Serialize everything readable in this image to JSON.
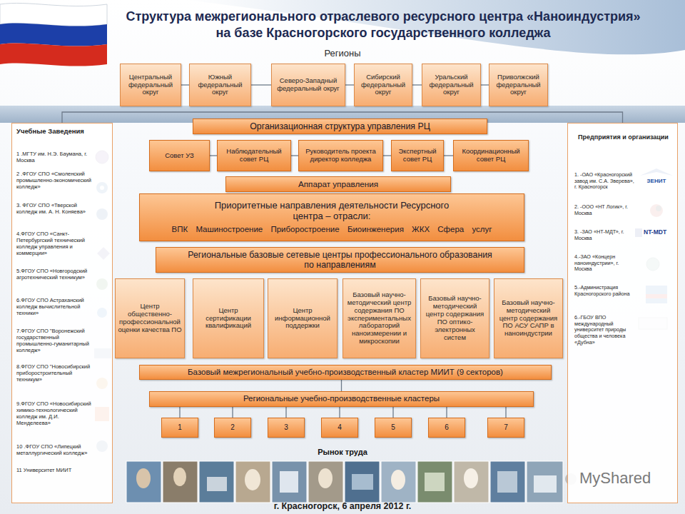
{
  "diagram": {
    "title": "Структура межрегионального отраслевого ресурсного центра «Наноиндустрия» на базе Красногорского государственного колледжа",
    "nodes": [
      {
        "text": [
          "Центральный федеральный округ"
        ]
      },
      {
        "text": [
          "Южный федеральный округ"
        ]
      },
      {
        "text": [
          "Северо-Западный федеральный округ"
        ]
      },
      {
        "text": [
          "Сибирский федеральный округ"
        ]
      },
      {
        "text": [
          "Уральский федеральный округ"
        ]
      },
      {
        "text": [
          "Приволжский федеральный округ"
        ]
      },
      {
        "text": [
          "Учебные Заведения",
          "1 .МГТУ им. Н.Э. Баумана, г. Москва",
          "2 .ФГОУ СПО «Смоленский промышленно-экономический колледж»",
          "3. ФГОУ СПО «Тверской колледж им. А. Н. Коняева»",
          "4.ФГОУ СПО «Санкт-Петербургский технический колледж управления и коммерции»",
          "5.ФГОУ СПО «Новгородский агротехнический техникум»",
          "6.ФГОУ СПО Астраханский колледж вычислительной техники»",
          "7.ФГОУ СПО \"Воронежский государственный промышленно-гуманитарный колледж»",
          "8.ФГОУ СПО \"Новосибирский приборостроительный техникум»",
          "9.ФГОУ СПО «Новосибирский химико-технологический колледж им. Д.И. Менделеева»",
          "10 .ФГОУ СПО «Липецкий металлургический колледж»",
          "11 Университет МИИТ"
        ]
      },
      {
        "text": [
          "Организационная структура управления РЦ"
        ]
      },
      {
        "text": [
          "Совет УЗ"
        ]
      },
      {
        "text": [
          "Наблюдательный совет РЦ"
        ]
      },
      {
        "text": [
          "Руководитель проекта директор колледжа"
        ]
      },
      {
        "text": [
          "Экспертный совет РЦ"
        ]
      },
      {
        "text": [
          "Координационный совет РЦ"
        ]
      },
      {
        "text": [
          "Аппарат управления"
        ]
      },
      {
        "text": [
          "Приоритетные направления деятельности Ресурсного центра – отрасли:",
          "ВПК Машиностроение Приборостроение Биоинженерия ЖКХ Сфера услуг"
        ]
      },
      {
        "text": [
          "Региональные базовые сетевые центры профессионального образования по направлениям"
        ]
      },
      {
        "text": [
          "Центр общественно-профессиональной оценки качества ПО"
        ]
      },
      {
        "text": [
          "Центр сертификации квалификаций"
        ]
      },
      {
        "text": [
          "Центр информационной поддержки"
        ]
      },
      {
        "text": [
          "Базовый научно-методический центр содержания ПО экспериментальных лабораторий наноизмерении и микроскопии"
        ]
      },
      {
        "text": [
          "Базовый научно-методический центр содержания ПО оптико-электронных систем"
        ]
      },
      {
        "text": [
          "Базовый научно-методический центр содержания ПО АСУ САПР в наноиндустрии"
        ]
      },
      {
        "text": [
          "Базовый межрегиональный учебно-производственный кластер МИИТ (9 секторов)"
        ]
      },
      {
        "text": [
          "Региональные учебно-производственные кластеры"
        ]
      },
      {
        "text": [
          "1"
        ]
      },
      {
        "text": [
          "2"
        ]
      },
      {
        "text": [
          "3"
        ]
      },
      {
        "text": [
          "4"
        ]
      },
      {
        "text": [
          "5"
        ]
      },
      {
        "text": [
          "6"
        ]
      },
      {
        "text": [
          "7"
        ]
      },
      {
        "text": [
          "Предприятия и организации",
          "1. -ОАО «Красногорский завод им. С.А. Зверева», г. Красногорск",
          "2. -ООО «НТ Логик», г. Москва",
          "3. -ЗАО «НТ-МДТ», г. Москва",
          "4.-ЗАО «Концерн наноиндустрии», г. Москва",
          "5.-Администрация Красногорского района",
          "6.-ГБОУ ВПО международный университет природы общества и человека «Дубна»"
        ]
      }
    ],
    "edges": [
      {
        "from": 0,
        "to": 1,
        "arrow": "none"
      },
      {
        "from": 1,
        "to": 2,
        "arrow": "none"
      },
      {
        "from": 2,
        "to": 3,
        "arrow": "none"
      },
      {
        "from": 3,
        "to": 4,
        "arrow": "none"
      },
      {
        "from": 4,
        "to": 5,
        "arrow": "none"
      },
      {
        "from": 8,
        "to": 9,
        "arrow": "none"
      },
      {
        "from": 9,
        "to": 10,
        "arrow": "none"
      },
      {
        "from": 10,
        "to": 11,
        "arrow": "none"
      },
      {
        "from": 11,
        "to": 12,
        "arrow": "none"
      },
      {
        "from": 6,
        "to": 31,
        "arrow": "none"
      },
      {
        "from": 23,
        "to": 24,
        "arrow": "none"
      },
      {
        "from": 23,
        "to": 25,
        "arrow": "none"
      },
      {
        "from": 23,
        "to": 26,
        "arrow": "none"
      },
      {
        "from": 23,
        "to": 27,
        "arrow": "none"
      },
      {
        "from": 23,
        "to": 28,
        "arrow": "none"
      },
      {
        "from": 23,
        "to": 29,
        "arrow": "none"
      },
      {
        "from": 23,
        "to": 30,
        "arrow": "none"
      },
      {
        "from": 22,
        "to": 23,
        "arrow": "none"
      }
    ],
    "labels": [
      "Регионы",
      "Рынок труда",
      "г. Красногорск, 6 апреля 2012 г.",
      "ЗЕНИТ",
      "NT-MDT",
      "MyShared"
    ]
  }
}
